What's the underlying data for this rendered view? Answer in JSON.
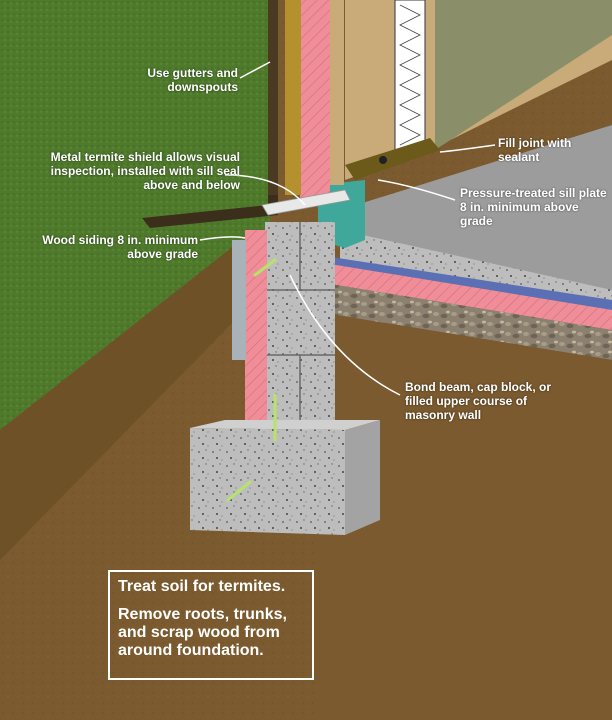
{
  "callouts": {
    "gutters": "Use gutters and downspouts",
    "termite_shield": "Metal termite shield allows visual inspection, installed with sill seal above and below",
    "wood_siding": "Wood siding 8 in. minimum above grade",
    "fill_joint": "Fill joint with sealant",
    "sill_plate": "Pressure-treated sill plate 8 in. minimum above grade",
    "bond_beam": "Bond beam, cap block, or filled upper course of masonry wall"
  },
  "note": {
    "line1": "Treat soil for termites.",
    "line2": "Remove roots, trunks, and scrap wood from around foundation."
  },
  "colors": {
    "soil": "#7a5a2e",
    "grass": "#4f7a2c",
    "concrete": "#b9b9b9",
    "insulation_pink": "#ef8e98",
    "teal_seal": "#3fa89a",
    "vapor_blue": "#5a6fb4",
    "sill_wood": "#6b5a1a",
    "drywall": "#8a8f6a",
    "indicator_green": "#b6e36a"
  }
}
